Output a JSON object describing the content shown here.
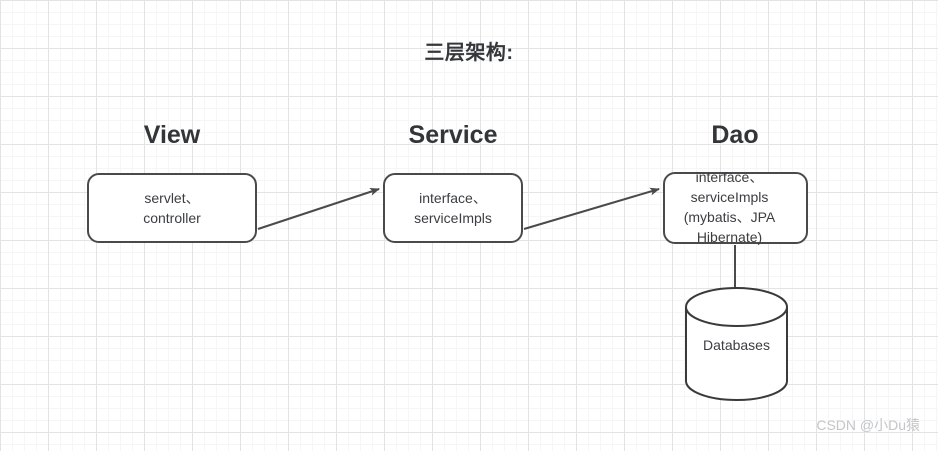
{
  "diagram": {
    "title": "三层架构:",
    "layers": [
      {
        "heading": "View",
        "box_text": "servlet、\ncontroller"
      },
      {
        "heading": "Service",
        "box_text": "interface、\nserviceImpls"
      },
      {
        "heading": "Dao",
        "box_text": "interface、\nserviceImpls\n(mybatis、JPA\nHibernate)"
      }
    ],
    "database": {
      "label": "Databases"
    },
    "connectors": [
      {
        "from": "View",
        "to": "Service",
        "style": "arrow"
      },
      {
        "from": "Service",
        "to": "Dao",
        "style": "arrow"
      },
      {
        "from": "Dao",
        "to": "Databases",
        "style": "arrow"
      }
    ]
  },
  "watermark": {
    "text": "CSDN @小Du猿"
  },
  "colors": {
    "stroke": "#4a4a4d",
    "text": "#3b3d40",
    "heading": "#333538",
    "grid_minor": "#f6f6f6",
    "grid_major": "#e3e3e3",
    "watermark": "#c3c5c8"
  }
}
